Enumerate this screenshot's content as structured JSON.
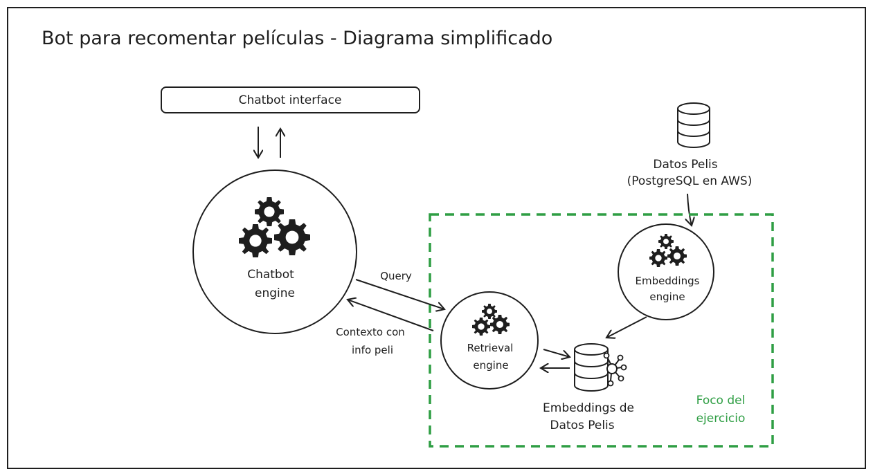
{
  "title": "Bot para recomentar películas - Diagrama simplificado",
  "nodes": {
    "chatbot_interface": {
      "label": "Chatbot interface"
    },
    "chatbot_engine": {
      "line1": "Chatbot",
      "line2": "engine"
    },
    "datos_pelis": {
      "line1": "Datos Pelis",
      "line2": "(PostgreSQL en AWS)"
    },
    "embeddings_engine": {
      "line1": "Embeddings",
      "line2": "engine"
    },
    "retrieval_engine": {
      "line1": "Retrieval",
      "line2": "engine"
    },
    "embeddings_datos": {
      "line1": "Embeddings de",
      "line2": "Datos Pelis"
    }
  },
  "edges": {
    "query": {
      "label": "Query"
    },
    "contexto": {
      "line1": "Contexto con",
      "line2": "info peli"
    }
  },
  "focus_area": {
    "line1": "Foco del",
    "line2": "ejercicio",
    "color": "#2f9e44"
  },
  "colors": {
    "stroke": "#1e1e1e",
    "focus": "#2f9e44",
    "background": "#ffffff"
  }
}
